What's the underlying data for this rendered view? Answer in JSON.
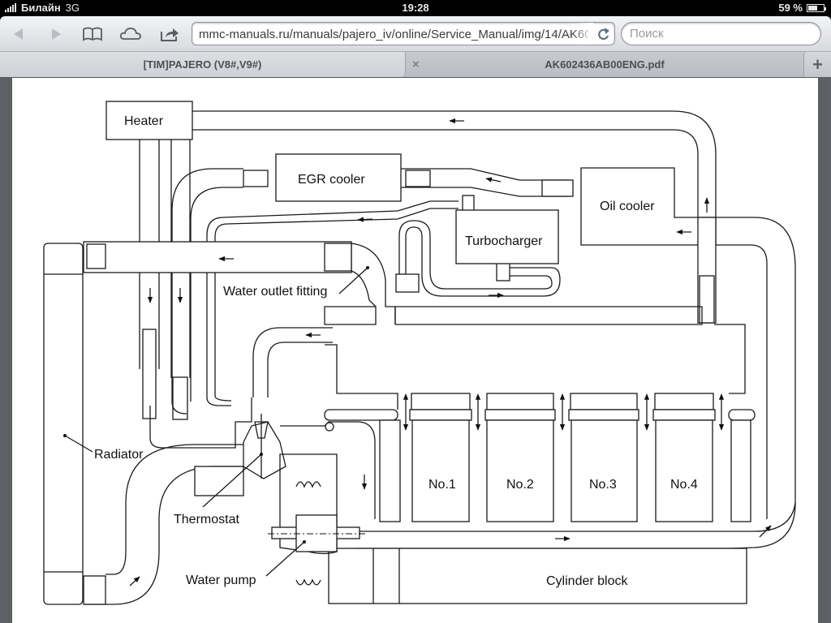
{
  "status_bar": {
    "carrier": "Билайн",
    "network": "3G",
    "time": "19:28",
    "battery_percent": "59 %",
    "battery_level": 0.59
  },
  "toolbar": {
    "back_icon": "back-arrow-icon",
    "forward_icon": "forward-arrow-icon",
    "bookmarks_icon": "open-book-icon",
    "icloud_icon": "cloud-icon",
    "share_icon": "share-arrow-icon",
    "url": "mmc-manuals.ru/manuals/pajero_iv/online/Service_Manual/img/14/AK602",
    "reload_icon": "reload-icon",
    "search_placeholder": "Поиск",
    "search_value": ""
  },
  "tabs": [
    {
      "title": "[TIM]PAJERO (V8#,V9#)",
      "active": true
    },
    {
      "title": "AK602436AB00ENG.pdf",
      "active": false
    }
  ],
  "tab_close_glyph": "×",
  "new_tab_glyph": "+",
  "diagram": {
    "title": "Engine cooling system flow",
    "components": {
      "heater": "Heater",
      "egr_cooler": "EGR cooler",
      "oil_cooler": "Oil cooler",
      "turbocharger": "Turbocharger",
      "water_outlet_fitting": "Water outlet fitting",
      "radiator": "Radiator",
      "thermostat": "Thermostat",
      "water_pump": "Water pump",
      "cylinder_block": "Cylinder block"
    },
    "cylinders": [
      "No.1",
      "No.2",
      "No.3",
      "No.4"
    ]
  }
}
